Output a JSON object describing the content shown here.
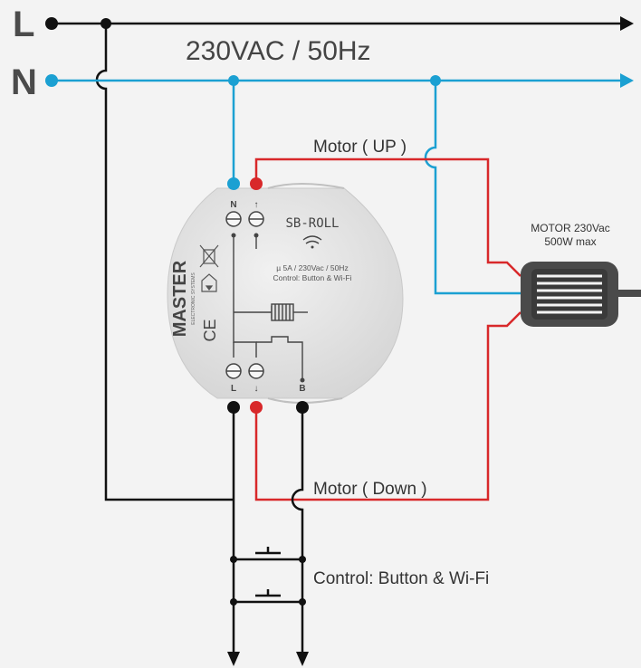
{
  "labels": {
    "line": "L",
    "neutral": "N",
    "supply": "230VAC / 50Hz",
    "motor_up": "Motor ( UP )",
    "motor_down": "Motor ( Down )",
    "control": "Control: Button & Wi-Fi",
    "motor_name": "MOTOR 230Vac",
    "motor_power": "500W max"
  },
  "device": {
    "model": "SB-ROLL",
    "spec_line1": "µ 5A / 230Vac / 50Hz",
    "spec_line2": "Control: Button & Wi-Fi",
    "brand": "MASTER",
    "brand_sub": "ELECTRONIC SYSTEMS",
    "ce_mark": "CE",
    "terminal_n": "N",
    "terminal_up": "↑",
    "terminal_l": "L",
    "terminal_down": "↓",
    "terminal_b": "B"
  },
  "colors": {
    "line_wire": "#111111",
    "neutral_wire": "#1ba0d2",
    "motor_wire": "#d8282a",
    "device_body": "#e4e4e4"
  }
}
